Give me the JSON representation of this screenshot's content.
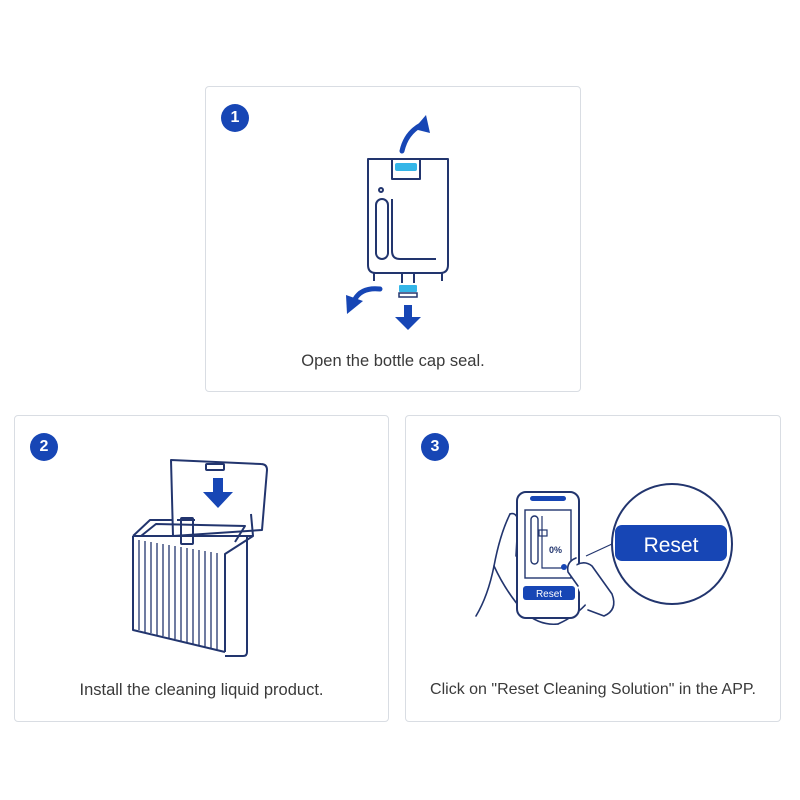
{
  "steps": [
    {
      "number": "1",
      "caption": "Open the bottle cap seal."
    },
    {
      "number": "2",
      "caption": "Install the cleaning liquid product."
    },
    {
      "number": "3",
      "caption": "Click on \"Reset Cleaning Solution\" in the APP."
    }
  ],
  "app_screen": {
    "percent": "0%",
    "reset_label": "Reset",
    "reset_zoom_label": "Reset"
  },
  "colors": {
    "accent": "#1746b5",
    "line": "#22356e",
    "highlight": "#35b6e8",
    "border": "#d9dde3",
    "text": "#3a3a3a"
  }
}
